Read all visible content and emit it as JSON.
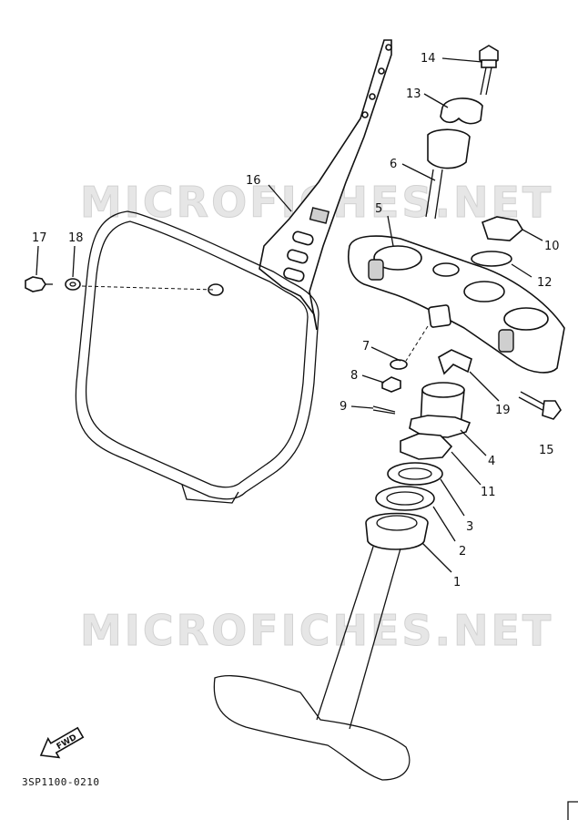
{
  "watermark": "MICROFICHES.NET",
  "diagram_code": "3SP1100-0210",
  "fwd_label": "FWD",
  "callouts": {
    "p1": "1",
    "p2": "2",
    "p3": "3",
    "p4": "4",
    "p5": "5",
    "p6": "6",
    "p7": "7",
    "p8": "8",
    "p9": "9",
    "p10": "10",
    "p11": "11",
    "p12": "12",
    "p13": "13",
    "p14": "14",
    "p15": "15",
    "p16": "16",
    "p17": "17",
    "p18": "18",
    "p19": "19"
  }
}
